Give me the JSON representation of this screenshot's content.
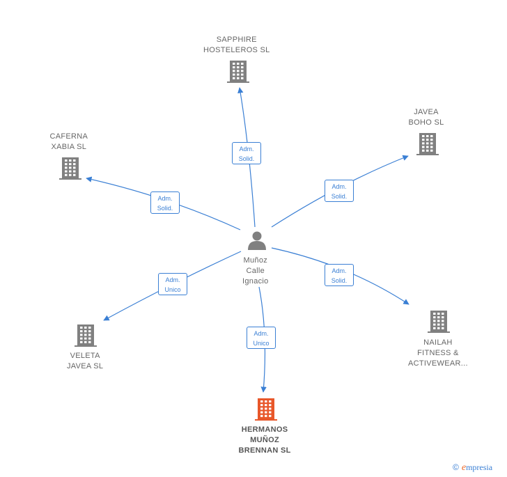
{
  "center": {
    "lines": [
      "Muñoz",
      "Calle",
      "Ignacio"
    ]
  },
  "companies": [
    {
      "id": "sapphire",
      "lines": [
        "SAPPHIRE",
        "HOSTELEROS SL"
      ],
      "highlight": false
    },
    {
      "id": "javea-boho",
      "lines": [
        "JAVEA",
        "BOHO SL"
      ],
      "highlight": false
    },
    {
      "id": "caferna",
      "lines": [
        "CAFERNA",
        "XABIA SL"
      ],
      "highlight": false
    },
    {
      "id": "veleta",
      "lines": [
        "VELETA",
        "JAVEA SL"
      ],
      "highlight": false
    },
    {
      "id": "nailah",
      "lines": [
        "NAILAH",
        "FITNESS &",
        "ACTIVEWEAR..."
      ],
      "highlight": false
    },
    {
      "id": "hermanos",
      "lines": [
        "HERMANOS",
        "MUÑOZ",
        "BRENNAN SL"
      ],
      "highlight": true
    }
  ],
  "edges": [
    {
      "to": "sapphire",
      "lines": [
        "Adm.",
        "Solid."
      ]
    },
    {
      "to": "javea-boho",
      "lines": [
        "Adm.",
        "Solid."
      ]
    },
    {
      "to": "caferna",
      "lines": [
        "Adm.",
        "Solid."
      ]
    },
    {
      "to": "nailah",
      "lines": [
        "Adm.",
        "Solid."
      ]
    },
    {
      "to": "veleta",
      "lines": [
        "Adm.",
        "Unico"
      ]
    },
    {
      "to": "hermanos",
      "lines": [
        "Adm.",
        "Unico"
      ]
    }
  ],
  "colors": {
    "edge": "#3a7fd4",
    "building": "#808080",
    "building_highlight": "#e8572a",
    "person": "#808080",
    "label": "#666666"
  },
  "icons": {
    "company": "building-icon",
    "person": "person-icon",
    "copyright": "copyright-icon"
  },
  "brand": {
    "symbol": "©",
    "initial": "e",
    "rest": "mpresia"
  }
}
